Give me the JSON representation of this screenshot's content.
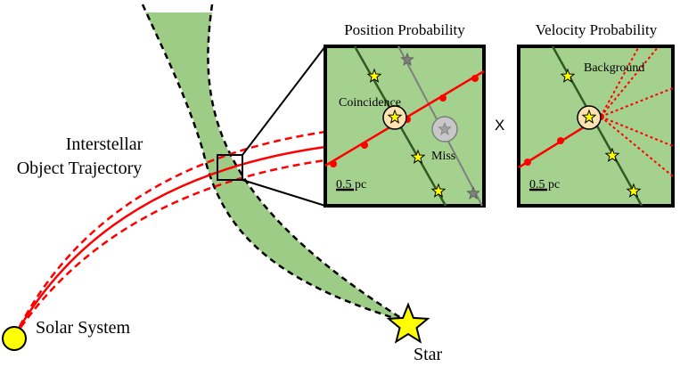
{
  "labels": {
    "position_probability": "Position Probability",
    "velocity_probability": "Velocity Probability",
    "trajectory_line1": "Interstellar",
    "trajectory_line2": "Object Trajectory",
    "solar_system": "Solar System",
    "star": "Star",
    "coincidence": "Coincidence",
    "miss": "Miss",
    "background": "Background",
    "multiply": "X",
    "scale_position": "0.5 pc",
    "scale_velocity": "0.5 pc"
  },
  "colors": {
    "stream_fill": "#9ccc86",
    "panel_fill": "#a4d18e",
    "trajectory": "#ff0000",
    "star_track": "#2f5a22",
    "miss_track": "#7f7f7f",
    "star_marker": "#ffff00",
    "coincidence_halo": "#fde3b0",
    "miss_halo": "#c8c8c8",
    "solar_system": "#ffff00"
  },
  "icons": {
    "star_marker": "star-icon",
    "solar_system": "sun-circle-icon"
  }
}
